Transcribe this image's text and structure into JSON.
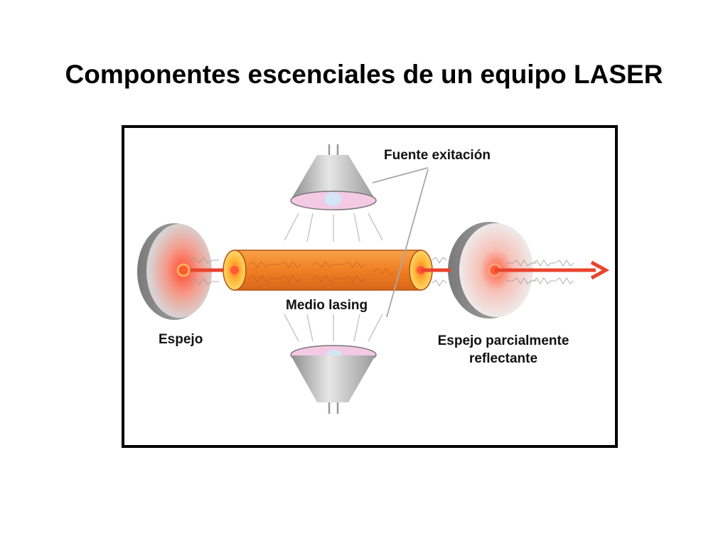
{
  "slide": {
    "title": "Componentes escenciales de un equipo LASER"
  },
  "labels": {
    "source": "Fuente exitación",
    "medium": "Medio lasing",
    "mirror": "Espejo",
    "partial_mirror_line1": "Espejo parcialmente",
    "partial_mirror_line2": "reflectante"
  },
  "colors": {
    "beam": "#e8442c",
    "tube": "#f08a2c",
    "lamp_lens": "#f3c9e4",
    "mirror_glow": "#ff6a4a"
  }
}
